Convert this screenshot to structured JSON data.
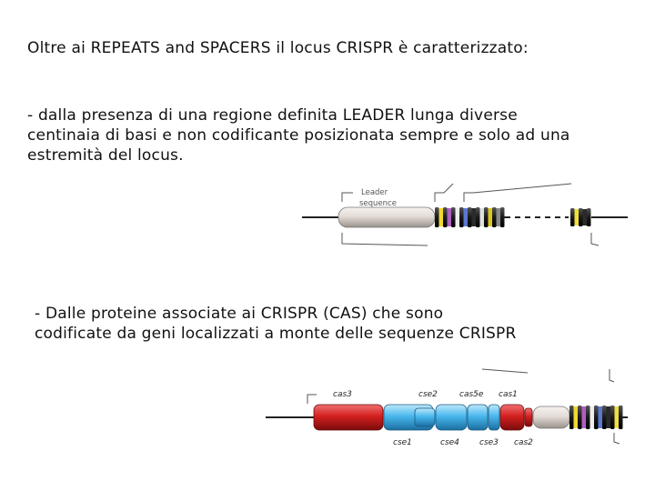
{
  "slide": {
    "title": "Oltre ai REPEATS and SPACERS il locus CRISPR è caratterizzato:",
    "leader_point": {
      "line1": "- dalla presenza  di una regione definita LEADER lunga diverse",
      "line2": "centinaia di basi e non codificante posizionata sempre e solo ad una",
      "line3": "estremità del locus."
    },
    "cas_point": {
      "line1": "- Dalle proteine associate ai CRISPR (CAS) che sono",
      "line2": "codificate da geni localizzati a monte delle sequenze CRISPR"
    }
  },
  "diagram_leader": {
    "label_line1": "Leader",
    "label_line2": "sequence",
    "leader_color": "#e4dcd6",
    "repeat_color": "#1a1a1a",
    "spacer_colors": [
      "#f0d830",
      "#b060c0",
      "#eeeeee",
      "#5a78d0",
      "#2a2a2a",
      "#e0e0e0",
      "#d8c820",
      "#888888"
    ],
    "tail_spacer_colors": [
      "#f0e040",
      "#2a2a2a"
    ]
  },
  "diagram_cas": {
    "genes_above": [
      "cas3",
      "cse2",
      "cas5e",
      "cas1"
    ],
    "genes_below": [
      "cse1",
      "cse4",
      "cse3",
      "cas2"
    ],
    "colors": {
      "cas3": "#d42020",
      "cse": "#49b8ee",
      "cas1": "#cc2020",
      "leader": "#e4dcd6"
    }
  }
}
